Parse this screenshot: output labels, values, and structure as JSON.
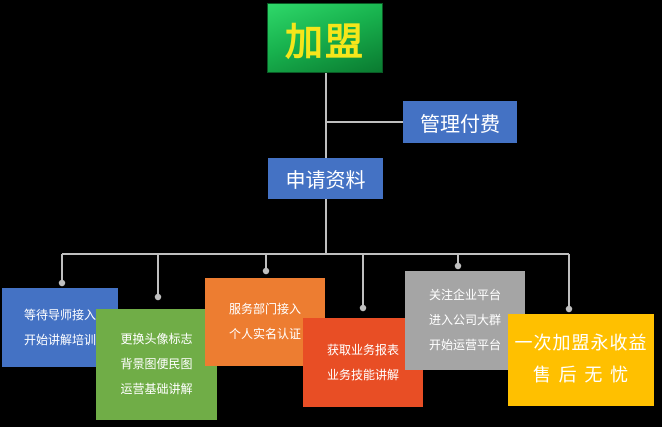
{
  "diagram": {
    "root": {
      "label": "加盟"
    },
    "branch": {
      "label": "管理付费"
    },
    "apply": {
      "label": "申请资料"
    },
    "steps": [
      {
        "lines": [
          "等待导师接入",
          "开始讲解培训"
        ],
        "color": "#4472c4"
      },
      {
        "lines": [
          "更换头像标志",
          "背景图便民图",
          "运营基础讲解"
        ],
        "color": "#70ad47"
      },
      {
        "lines": [
          "服务部门接入",
          "个人实名认证"
        ],
        "color": "#ed7d31"
      },
      {
        "lines": [
          "获取业务报表",
          "业务技能讲解"
        ],
        "color": "#e84e25"
      },
      {
        "lines": [
          "关注企业平台",
          "进入公司大群",
          "开始运营平台"
        ],
        "color": "#a5a5a5"
      },
      {
        "lines": [
          "一次加盟永收益",
          "售 后 无 忧"
        ],
        "color": "#ffc000"
      }
    ],
    "colors": {
      "background": "#000000",
      "root_text": "#f5e61b",
      "root_fill": "#18b24e",
      "blue_box": "#4472c4",
      "connector": "#bfbfbf"
    }
  }
}
